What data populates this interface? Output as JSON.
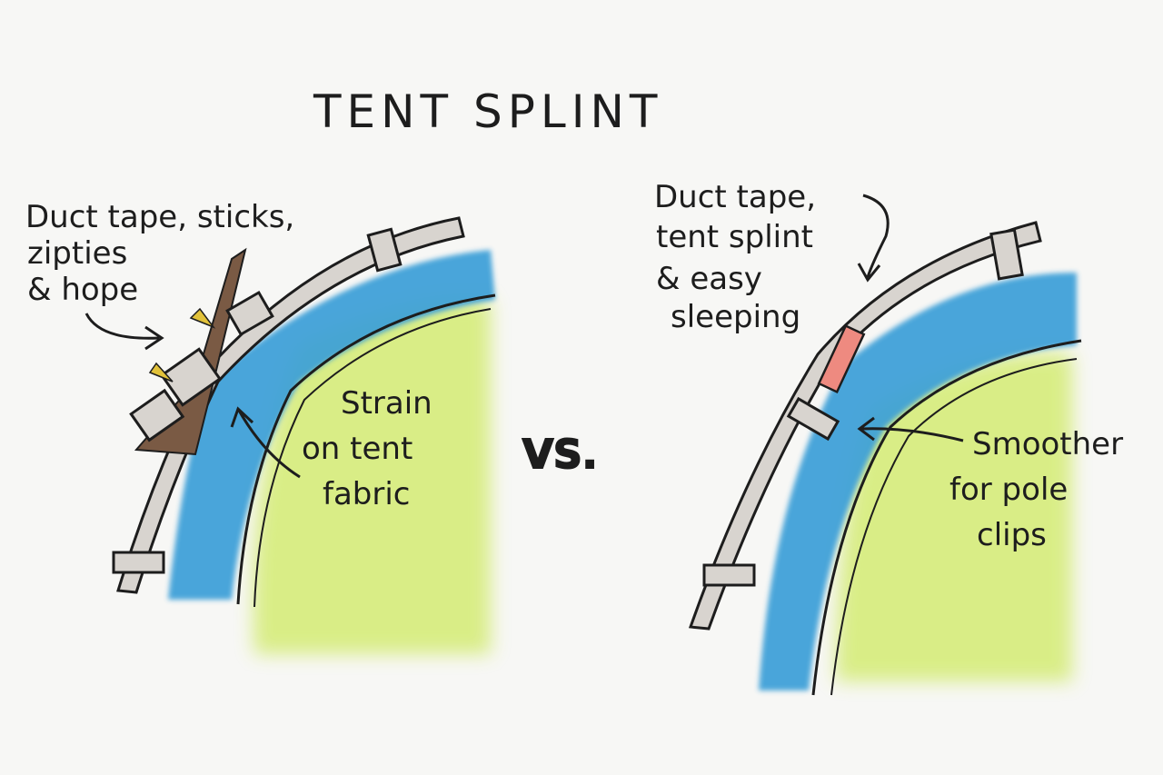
{
  "title": "TENT SPLINT",
  "vs_label": "VS.",
  "left": {
    "caption_lines": [
      "Duct tape, sticks,",
      "zipties",
      "& hope"
    ],
    "strain_lines": [
      "Strain",
      "on tent",
      "fabric"
    ]
  },
  "right": {
    "caption_lines": [
      "Duct tape,",
      "tent splint",
      "& easy",
      "sleeping"
    ],
    "smoother_lines": [
      "Smoother",
      "for pole",
      "clips"
    ]
  },
  "colors": {
    "fabric_blue": "#3a9fd8",
    "inner_green": "#d6ec7a",
    "pole_gray": "#d8d4cf",
    "ink": "#1d1d1d",
    "splint_red": "#ee8a80",
    "stick_brown": "#7a5a44",
    "tie_yellow": "#e2c23a"
  }
}
